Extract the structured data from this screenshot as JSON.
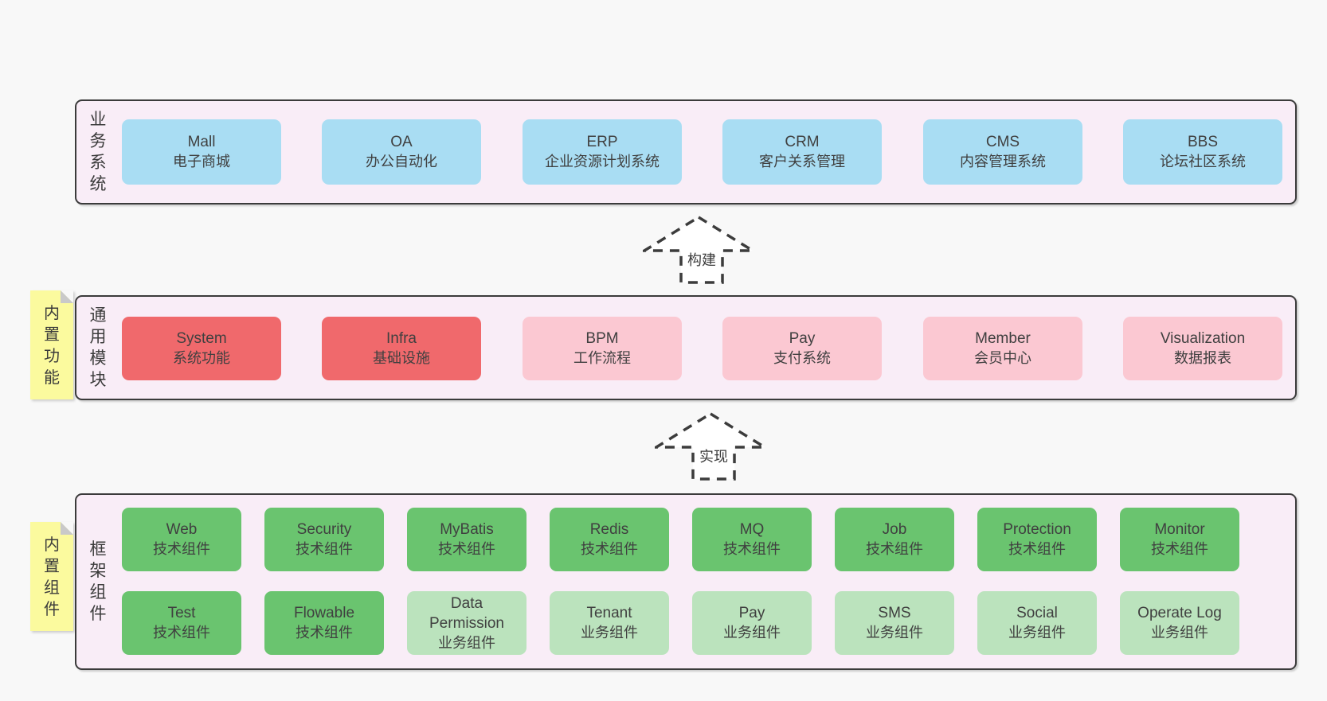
{
  "page": {
    "background": "#f8f8f8"
  },
  "colors": {
    "band_fill": "#f9edf7",
    "band_border": "#3b3b3b",
    "blue": "#a9ddf3",
    "red": "#f0696c",
    "pink": "#fbc8d2",
    "green": "#6ac46f",
    "light_green": "#bbe3bd",
    "sticky_yellow": "#fbfa9e",
    "sticky_fold": "#c9c9c9",
    "text": "#404040"
  },
  "bands": {
    "business": {
      "label": "业务系统",
      "boxes": [
        {
          "en": "Mall",
          "zh": "电子商城"
        },
        {
          "en": "OA",
          "zh": "办公自动化"
        },
        {
          "en": "ERP",
          "zh": "企业资源计划系统"
        },
        {
          "en": "CRM",
          "zh": "客户关系管理"
        },
        {
          "en": "CMS",
          "zh": "内容管理系统"
        },
        {
          "en": "BBS",
          "zh": "论坛社区系统"
        }
      ]
    },
    "modules": {
      "label": "通用模块",
      "sticky": "内置功能",
      "boxes": [
        {
          "en": "System",
          "zh": "系统功能",
          "variant": "red"
        },
        {
          "en": "Infra",
          "zh": "基础设施",
          "variant": "red"
        },
        {
          "en": "BPM",
          "zh": "工作流程",
          "variant": "pink"
        },
        {
          "en": "Pay",
          "zh": "支付系统",
          "variant": "pink"
        },
        {
          "en": "Member",
          "zh": "会员中心",
          "variant": "pink"
        },
        {
          "en": "Visualization",
          "zh": "数据报表",
          "variant": "pink"
        }
      ]
    },
    "framework": {
      "label": "框架组件",
      "sticky": "内置组件",
      "row1": [
        {
          "en": "Web",
          "zh": "技术组件",
          "variant": "green"
        },
        {
          "en": "Security",
          "zh": "技术组件",
          "variant": "green"
        },
        {
          "en": "MyBatis",
          "zh": "技术组件",
          "variant": "green"
        },
        {
          "en": "Redis",
          "zh": "技术组件",
          "variant": "green"
        },
        {
          "en": "MQ",
          "zh": "技术组件",
          "variant": "green"
        },
        {
          "en": "Job",
          "zh": "技术组件",
          "variant": "green"
        },
        {
          "en": "Protection",
          "zh": "技术组件",
          "variant": "green"
        },
        {
          "en": "Monitor",
          "zh": "技术组件",
          "variant": "green"
        }
      ],
      "row2": [
        {
          "en": "Test",
          "zh": "技术组件",
          "variant": "green"
        },
        {
          "en": "Flowable",
          "zh": "技术组件",
          "variant": "green"
        },
        {
          "en": "Data Permission",
          "zh": "业务组件",
          "variant": "lightgreen"
        },
        {
          "en": "Tenant",
          "zh": "业务组件",
          "variant": "lightgreen"
        },
        {
          "en": "Pay",
          "zh": "业务组件",
          "variant": "lightgreen"
        },
        {
          "en": "SMS",
          "zh": "业务组件",
          "variant": "lightgreen"
        },
        {
          "en": "Social",
          "zh": "业务组件",
          "variant": "lightgreen"
        },
        {
          "en": "Operate Log",
          "zh": "业务组件",
          "variant": "lightgreen"
        }
      ]
    }
  },
  "arrows": {
    "build": "构建",
    "implement": "实现"
  }
}
